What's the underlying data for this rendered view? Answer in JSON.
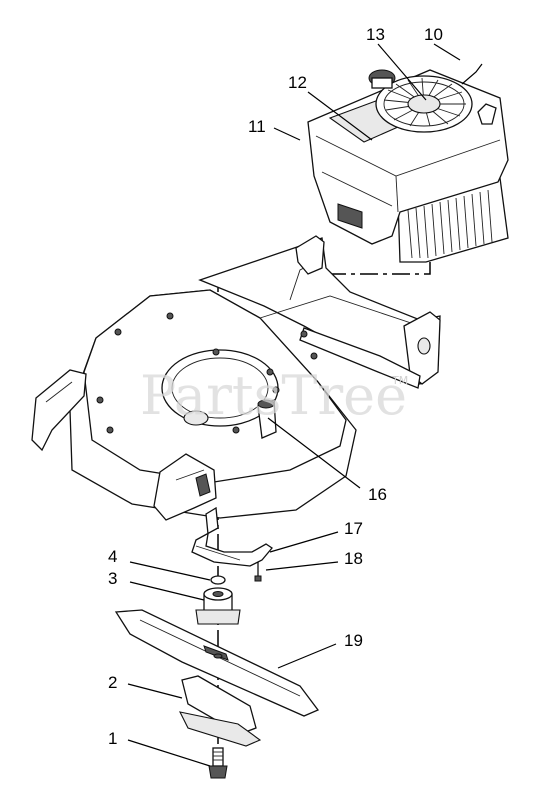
{
  "watermark": {
    "text": "PartsTree",
    "trademark": "TM"
  },
  "callouts": {
    "c1": "1",
    "c2": "2",
    "c3": "3",
    "c4": "4",
    "c10": "10",
    "c11": "11",
    "c12": "12",
    "c13": "13",
    "c16": "16",
    "c17": "17",
    "c18": "18",
    "c19": "19"
  }
}
